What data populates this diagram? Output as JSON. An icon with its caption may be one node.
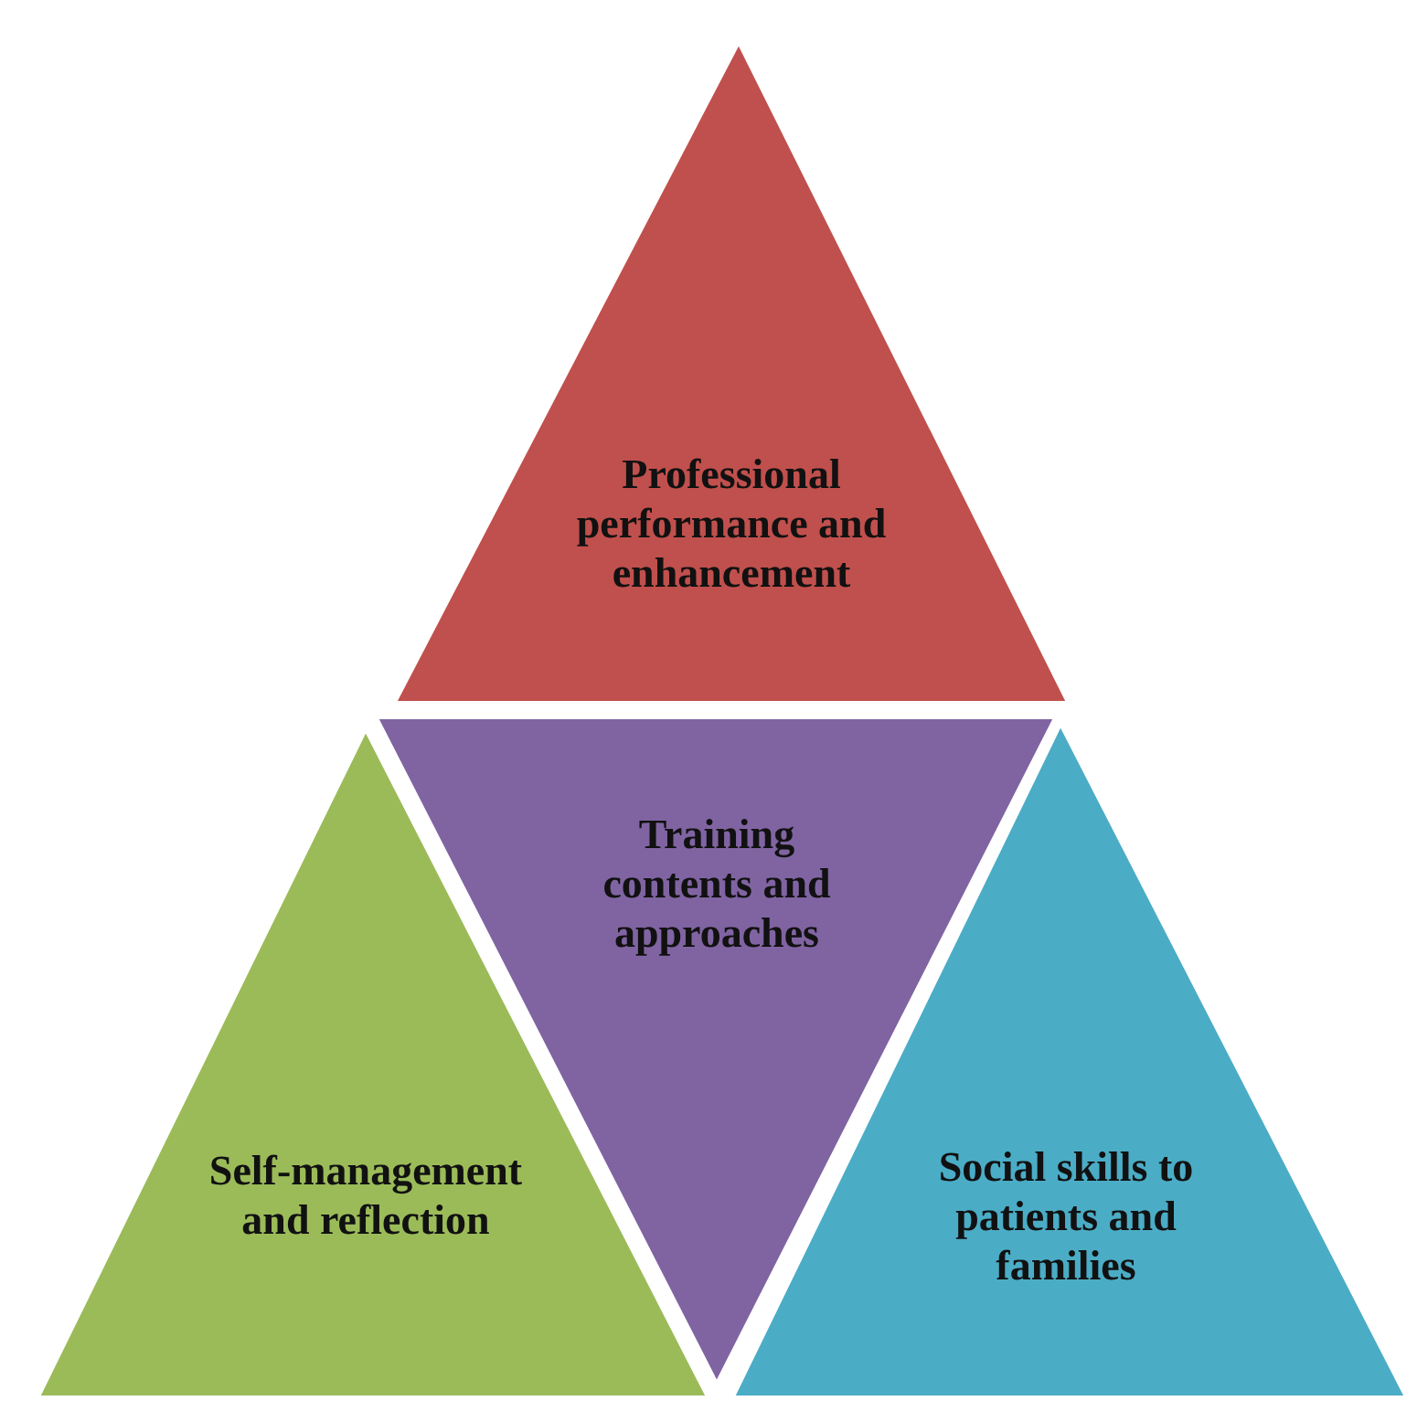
{
  "diagram": {
    "nodes": [
      {
        "text": [
          "Professional performance and enhancement"
        ]
      },
      {
        "text": [
          "Training contents and approaches"
        ]
      },
      {
        "text": [
          "Self-management and reflection"
        ]
      },
      {
        "text": [
          "Social skills to patients and families"
        ]
      }
    ]
  }
}
